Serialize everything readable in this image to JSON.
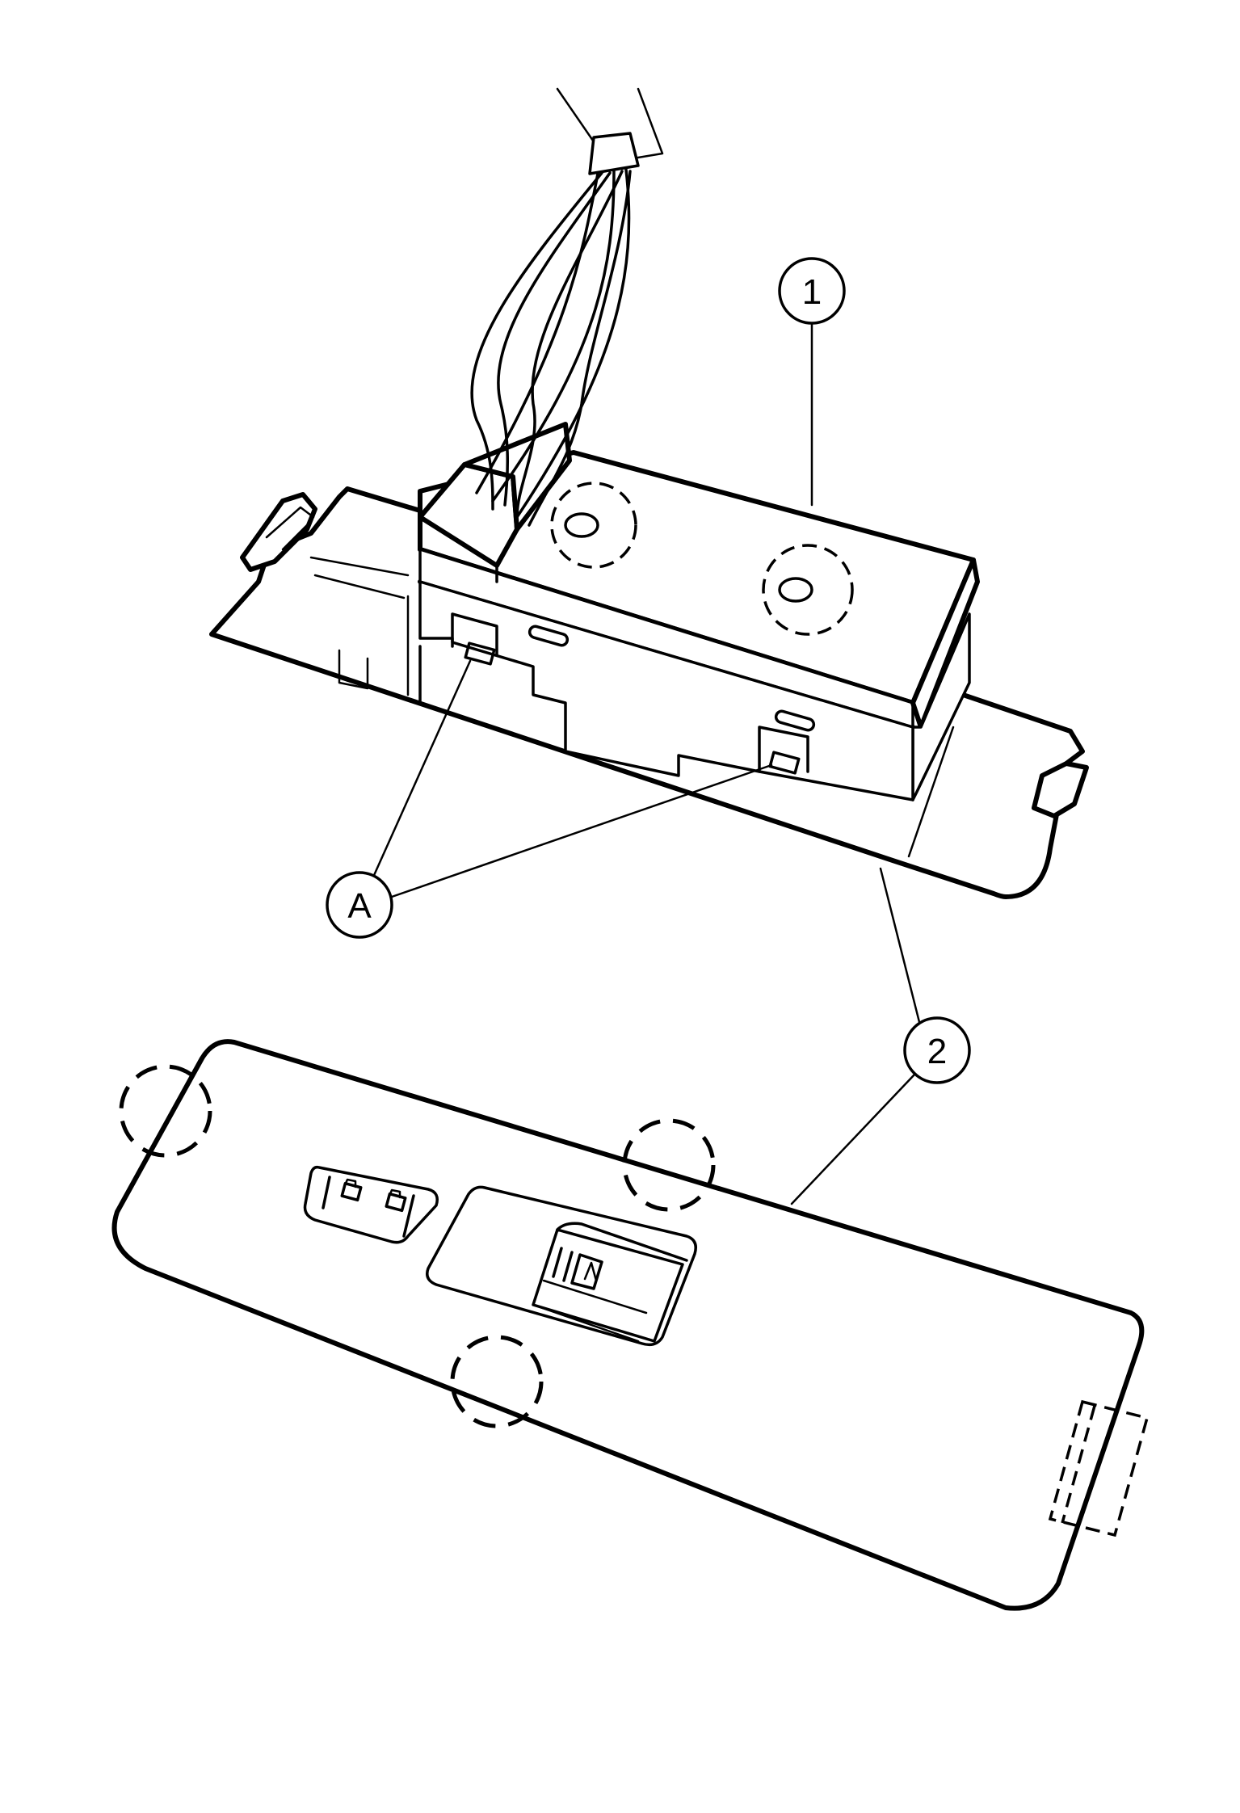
{
  "callouts": {
    "part_1": "1",
    "part_2": "2",
    "ref_a": "A"
  },
  "colors": {
    "line": "#000000",
    "background": "#ffffff"
  }
}
